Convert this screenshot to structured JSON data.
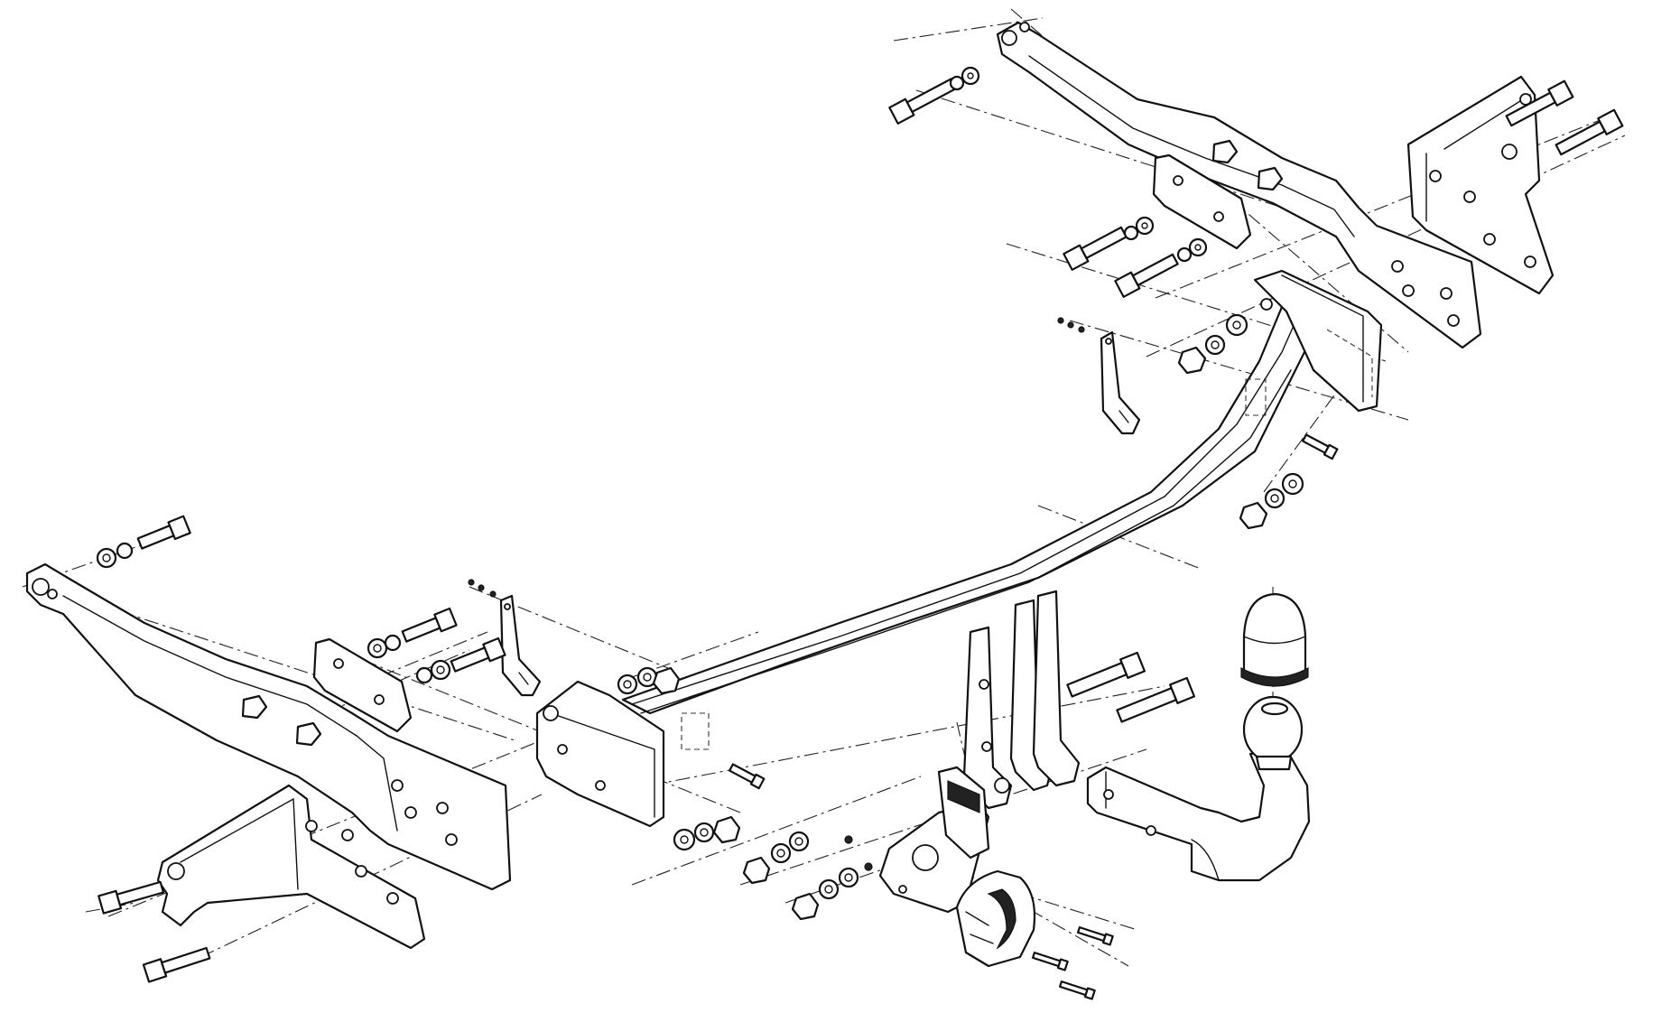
{
  "diagram": {
    "kind": "exploded assembly drawing",
    "subject": "tow bar kit",
    "colors": {
      "line": "#111111",
      "background": "#ffffff"
    },
    "parts": [
      "crossbar-main-beam",
      "side-arm-right",
      "side-arm-left",
      "mounting-bracket-right",
      "mounting-bracket-left",
      "spacer-plate-right",
      "spacer-plate-left",
      "end-plate-right",
      "end-plate-left",
      "center-hanger-bracket",
      "tow-ball-neck",
      "tow-ball",
      "ball-cover-cap",
      "socket-plate",
      "electrical-socket",
      "small-strap-right",
      "small-strap-left"
    ]
  }
}
